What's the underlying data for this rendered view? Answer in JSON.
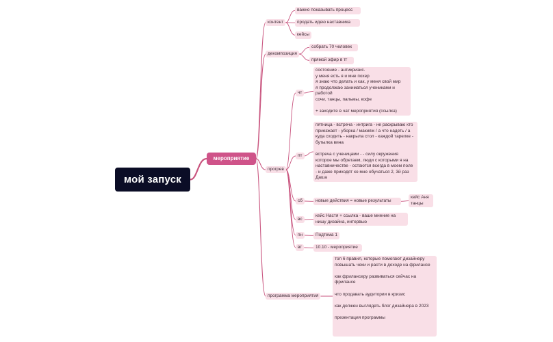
{
  "root": {
    "title": "мой запуск"
  },
  "main": {
    "title": "мероприятие"
  },
  "branches": {
    "content": {
      "label": "контент",
      "items": [
        "важно показывать процесс",
        "продать идею  наставника",
        "кейсы"
      ]
    },
    "decomposition": {
      "label": "декомпозиция",
      "items": [
        "собрать 70 человек",
        "прямой эфир в тг"
      ]
    },
    "warmup": {
      "label": "прогрев",
      "days": [
        {
          "day": "чт",
          "text": "состояние - антикризис.\nу меня есть я и мне похер\nя знаю что делать и как, у меня свой мир\nя продолжаю заниматься учениками и работой\nсочи, танцы, пальмы, кофе\n\n+ заходите в чат мероприятия (ссылка)"
        },
        {
          "day": "пт",
          "text": "пятница - встреча - интрига - не раскрываю кто приезжает - уборка / макияж / а что надеть / а куда сходить  - накрыла стол  -  каждой тарелке - бутылка вина\n\nвстреча с ученицами - - силу окружения которое мы обретаем, люди с которыми я на наставничестве - остаются всегда в моем поле - и даже приходят ко мне обучаться 2, 3й раз Даша"
        },
        {
          "day": "сб",
          "text": "новые действия = новые результаты",
          "sub": "кейс Аня\nтанцы"
        },
        {
          "day": "вс",
          "text": "кейс Настя + ссылка  - ваше мнение  на нишу дизайна,  интервью"
        },
        {
          "day": "пн",
          "text": "Подтема 1"
        },
        {
          "day": "вт",
          "text": "10.10 - мероприятие"
        }
      ]
    },
    "program": {
      "label": "программа мероприятия",
      "text": "топ 6 правил, которые помогают дизайнеру повышать чеки  и расти в доходе на фрилансе\n\nкак фрилансеру развиваться сейчас на фрилансе\n\nчто продавать аудитории в кризис\n\nкак должен выглядеть блог дизайнера в 2023\n\nпрезентация программы"
    }
  },
  "colors": {
    "root_bg": "#0b0d26",
    "main_bg": "#cf5389",
    "node_bg": "#f9dfe7",
    "link": "#c9557f"
  }
}
